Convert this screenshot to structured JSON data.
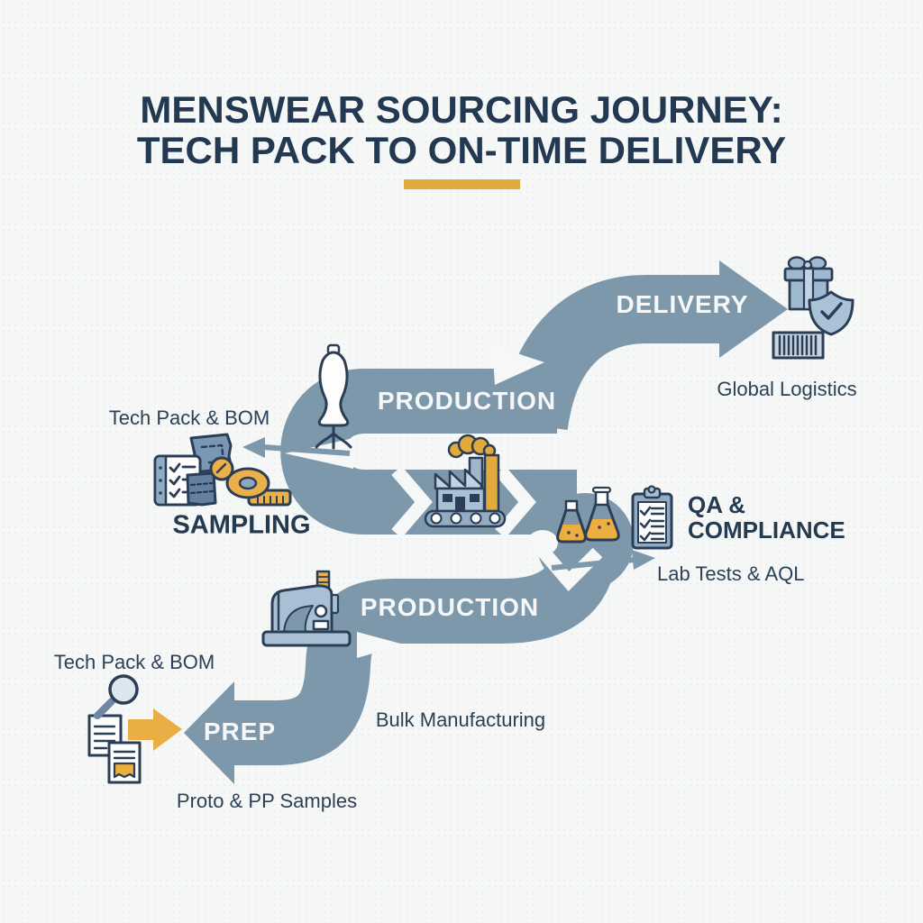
{
  "title": {
    "line1": "MENSWEAR SOURCING JOURNEY:",
    "line2": "TECH PACK TO ON-TIME DELIVERY"
  },
  "flow": {
    "prep": {
      "label": "PREP",
      "input_annotation": "Tech Pack & BOM",
      "output_annotation": "Proto & PP Samples"
    },
    "production_bulk": {
      "label": "PRODUCTION",
      "annotation": "Bulk Manufacturing"
    },
    "sampling": {
      "label": "SAMPLING",
      "annotation": "Tech Pack & BOM"
    },
    "production_top": {
      "label": "PRODUCTION"
    },
    "qa": {
      "label_line1": "QA &",
      "label_line2": "COMPLIANCE",
      "annotation": "Lab Tests & AQL"
    },
    "delivery": {
      "label": "DELIVERY",
      "annotation": "Global Logistics"
    }
  },
  "icons": {
    "sampling_cluster": [
      "checklist-icon",
      "fabric-swatch-icon",
      "fabric-swatch-small-icon",
      "button-icon",
      "measuring-tape-icon"
    ],
    "production_top_cluster": [
      "mannequin-icon",
      "factory-icon"
    ],
    "qa_cluster": [
      "flask-small-icon",
      "flask-large-icon",
      "clipboard-checklist-icon"
    ],
    "delivery_cluster": [
      "gift-box-icon",
      "shield-check-icon",
      "barcode-icon"
    ],
    "production_bulk_cluster": [
      "sewing-machine-icon"
    ],
    "prep_cluster": [
      "magnifier-icon",
      "document-icon",
      "document-gold-icon",
      "gold-arrow-icon"
    ]
  },
  "colors": {
    "ribbon": "#7E98AB",
    "navy": "#243A50",
    "gold": "#E2A93C",
    "icon_blue": "#A9C0D4",
    "background": "#F6F7F7"
  }
}
